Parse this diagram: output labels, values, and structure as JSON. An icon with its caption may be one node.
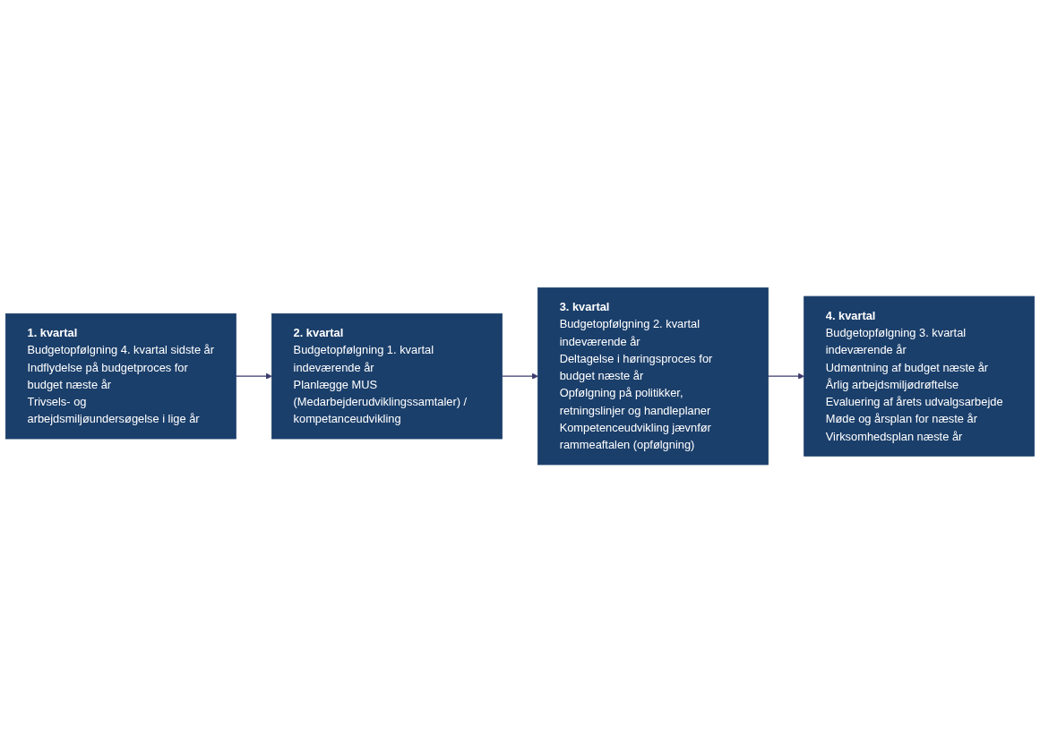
{
  "diagram": {
    "nodes": [
      {
        "text": [
          "1. kvartal",
          "Budgetopfølgning 4. kvartal sidste år",
          "Indflydelse på budgetproces for budget næste år",
          "Trivsels- og arbejdsmiljøundersøgelse i lige år"
        ]
      },
      {
        "text": [
          "2. kvartal",
          "Budgetopfølgning 1. kvartal indeværende år",
          "Planlægge MUS (Medarbejderudviklingssamtaler) / kompetanceudvikling"
        ]
      },
      {
        "text": [
          "3. kvartal",
          "Budgetopfølgning 2. kvartal indeværende år",
          "Deltagelse i høringsproces for budget næste år",
          "Opfølgning på politikker, retningslinjer og handleplaner",
          "Kompetenceudvikling jævnfør rammeaftalen (opfølgning)"
        ]
      },
      {
        "text": [
          "4. kvartal",
          "Budgetopfølgning 3. kvartal indeværende år",
          "Udmøntning af budget næste år",
          "Årlig arbejdsmiljødrøftelse",
          "Evaluering af årets udvalgsarbejde",
          "Møde og årsplan for næste år",
          "Virksomhedsplan næste år"
        ]
      }
    ],
    "edges": [
      {
        "from": 0,
        "to": 1,
        "arrow": "to"
      },
      {
        "from": 1,
        "to": 2,
        "arrow": "to"
      },
      {
        "from": 2,
        "to": 3,
        "arrow": "to"
      }
    ]
  }
}
